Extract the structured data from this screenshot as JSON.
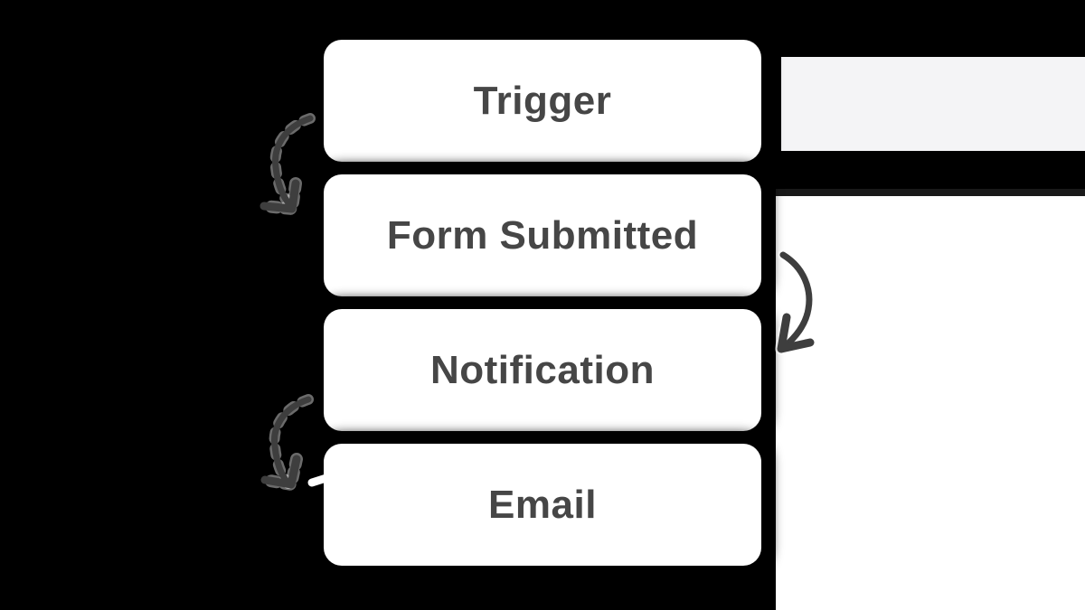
{
  "diagram": {
    "type": "flowchart",
    "direction": "vertical",
    "nodes": [
      {
        "id": "trigger",
        "label": "Trigger"
      },
      {
        "id": "form-submitted",
        "label": "Form Submitted"
      },
      {
        "id": "notification",
        "label": "Notification"
      },
      {
        "id": "email",
        "label": "Email"
      }
    ],
    "connections": [
      {
        "from": "trigger",
        "to": "form-submitted",
        "side": "left"
      },
      {
        "from": "form-submitted",
        "to": "notification",
        "side": "right"
      },
      {
        "from": "notification",
        "to": "email",
        "side": "left"
      }
    ]
  },
  "colors": {
    "background": "#000000",
    "node_fill": "#ffffff",
    "node_text": "#464646",
    "arrow": "#3e3e3e",
    "arrow_casing": "#ffffff",
    "side_panel_top": "#f4f4f6",
    "side_panel_strip": "#191919",
    "side_canvas": "#ffffff"
  }
}
